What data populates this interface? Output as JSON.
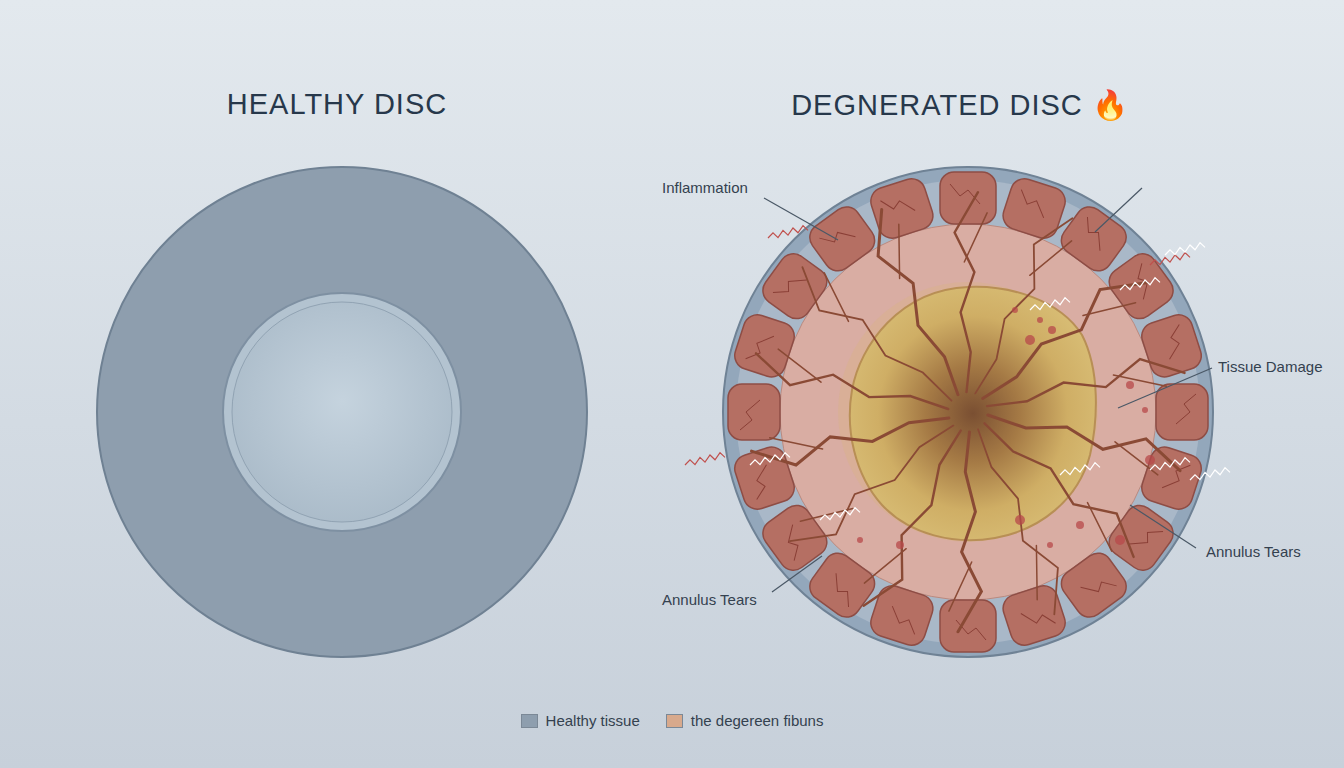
{
  "diagram": {
    "labels": [
      "HEALTHY DISC",
      "DEGNERATED DISC 🔥",
      "Inflammation",
      "Tissue Damage",
      "Annulus Tears",
      "Annulus Tears"
    ],
    "legend": [
      {
        "text": "Healthy tissue",
        "color": "#8e9eae"
      },
      {
        "text": "the degereen fibuns",
        "color": "#d8a98c"
      }
    ]
  }
}
